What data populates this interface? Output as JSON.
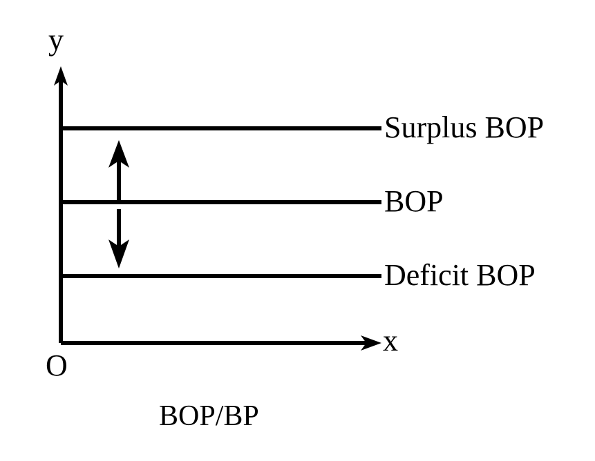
{
  "figure": {
    "type": "economics-line-diagram",
    "background_color": "#ffffff",
    "stroke_color": "#000000",
    "caption": "BOP/BP",
    "axes": {
      "y_label": "y",
      "x_label": "x",
      "origin_label": "O"
    },
    "lines": [
      {
        "id": "surplus",
        "label": "Surplus BOP",
        "level": "high"
      },
      {
        "id": "bop",
        "label": "BOP",
        "level": "middle"
      },
      {
        "id": "deficit",
        "label": "Deficit BOP",
        "level": "low"
      }
    ],
    "arrows": [
      {
        "id": "up-arrow",
        "direction": "up",
        "meaning": "movement from BOP toward Surplus BOP"
      },
      {
        "id": "down-arrow",
        "direction": "down",
        "meaning": "movement from BOP toward Deficit BOP"
      }
    ]
  },
  "chart_data": {
    "type": "line",
    "title": "",
    "subtitle": "",
    "xlabel": "x",
    "ylabel": "y",
    "caption": "BOP/BP",
    "grid": false,
    "legend": "right-inline",
    "origin_label": "O",
    "xlim": [
      0,
      10
    ],
    "ylim": [
      0,
      10
    ],
    "x": [
      0,
      10
    ],
    "series": [
      {
        "name": "Surplus BOP",
        "values": [
          7.6,
          7.6
        ]
      },
      {
        "name": "BOP",
        "values": [
          5.1,
          5.1
        ]
      },
      {
        "name": "Deficit BOP",
        "values": [
          2.4,
          2.4
        ]
      }
    ],
    "annotations": [
      {
        "text": "",
        "type": "arrow",
        "direction": "up",
        "from": "BOP",
        "to": "Surplus BOP"
      },
      {
        "text": "",
        "type": "arrow",
        "direction": "down",
        "from": "BOP",
        "to": "Deficit BOP"
      }
    ]
  }
}
